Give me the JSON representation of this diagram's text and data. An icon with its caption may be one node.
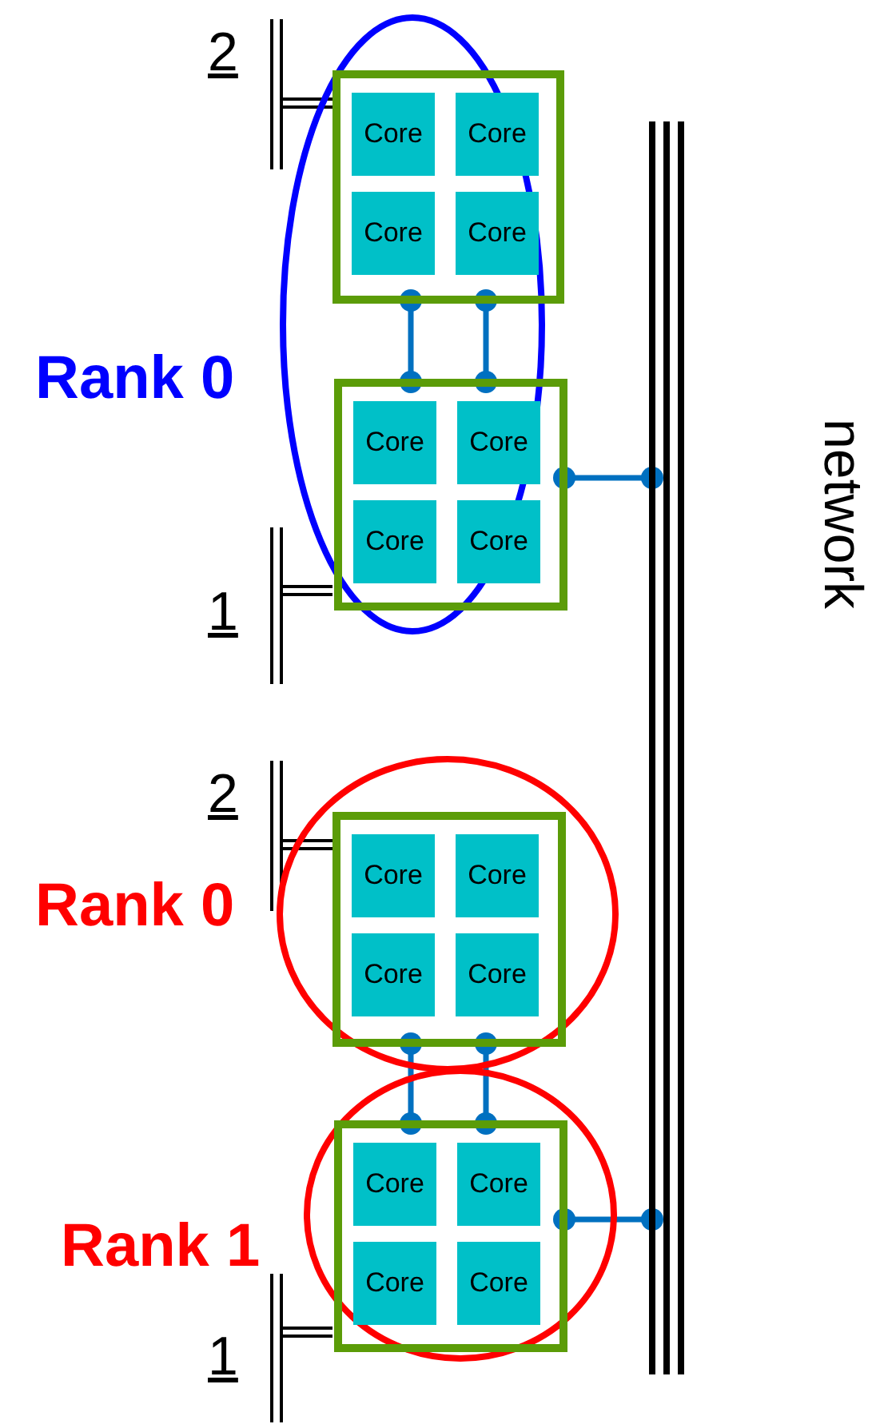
{
  "diagram": {
    "nodes": [
      {
        "text": [],
        "shape": "box"
      },
      {
        "text": [
          "Core"
        ],
        "in": 0
      },
      {
        "text": [
          "Core"
        ],
        "in": 0
      },
      {
        "text": [
          "Core"
        ],
        "in": 0
      },
      {
        "text": [
          "Core"
        ],
        "in": 0
      },
      {
        "text": [],
        "shape": "box"
      },
      {
        "text": [
          "Core"
        ],
        "in": 5
      },
      {
        "text": [
          "Core"
        ],
        "in": 5
      },
      {
        "text": [
          "Core"
        ],
        "in": 5
      },
      {
        "text": [
          "Core"
        ],
        "in": 5
      },
      {
        "text": [],
        "shape": "box"
      },
      {
        "text": [
          "Core"
        ],
        "in": 10
      },
      {
        "text": [
          "Core"
        ],
        "in": 10
      },
      {
        "text": [
          "Core"
        ],
        "in": 10
      },
      {
        "text": [
          "Core"
        ],
        "in": 10
      },
      {
        "text": [],
        "shape": "box"
      },
      {
        "text": [
          "Core"
        ],
        "in": 15
      },
      {
        "text": [
          "Core"
        ],
        "in": 15
      },
      {
        "text": [
          "Core"
        ],
        "in": 15
      },
      {
        "text": [
          "Core"
        ],
        "in": 15
      },
      {
        "text": [],
        "shape": "bar",
        "beside": [
          "network"
        ]
      }
    ],
    "edges": [
      {
        "from": 0,
        "to": 5,
        "arrow": "other"
      },
      {
        "from": 0,
        "to": 5,
        "arrow": "other"
      },
      {
        "from": 5,
        "to": 20,
        "arrow": "other"
      },
      {
        "from": 10,
        "to": 15,
        "arrow": "other"
      },
      {
        "from": 10,
        "to": 15,
        "arrow": "other"
      },
      {
        "from": 15,
        "to": 20,
        "arrow": "other"
      }
    ],
    "labels": [
      "2",
      "Rank 0",
      "1",
      "2",
      "Rank 0",
      "Rank 1",
      "1"
    ]
  }
}
